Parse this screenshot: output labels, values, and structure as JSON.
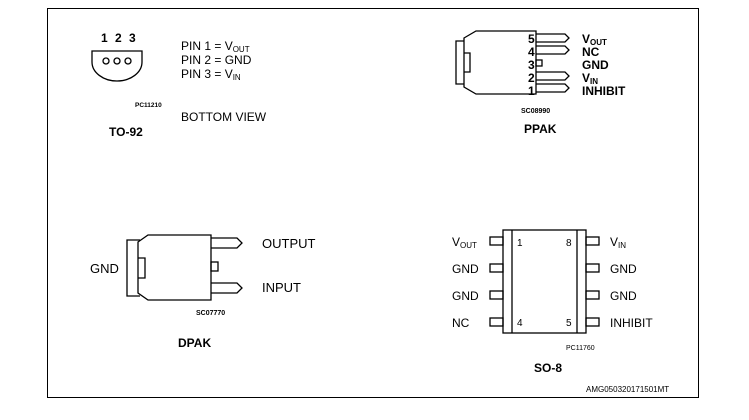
{
  "to92": {
    "pin_numbers": [
      "1",
      "2",
      "3"
    ],
    "pins": [
      {
        "prefix": "PIN 1 = V",
        "sub": "OUT"
      },
      {
        "prefix": "PIN 2 = GND",
        "sub": ""
      },
      {
        "prefix": "PIN 3 = V",
        "sub": "IN"
      }
    ],
    "code": "PC11210",
    "view": "BOTTOM VIEW",
    "name": "TO-92"
  },
  "ppak": {
    "pins": [
      {
        "number": "5",
        "label": "V",
        "sub": "OUT"
      },
      {
        "number": "4",
        "label": "NC",
        "sub": ""
      },
      {
        "number": "3",
        "label": "GND",
        "sub": ""
      },
      {
        "number": "2",
        "label": "V",
        "sub": "IN"
      },
      {
        "number": "1",
        "label": "INHIBIT",
        "sub": ""
      }
    ],
    "code": "SC08990",
    "name": "PPAK"
  },
  "dpak": {
    "gnd_label": "GND",
    "output_label": "OUTPUT",
    "input_label": "INPUT",
    "code": "SC07770",
    "name": "DPAK"
  },
  "so8": {
    "left_pins": [
      {
        "label": "V",
        "sub": "OUT"
      },
      {
        "label": "GND",
        "sub": ""
      },
      {
        "label": "GND",
        "sub": ""
      },
      {
        "label": "NC",
        "sub": ""
      }
    ],
    "right_pins": [
      {
        "label": "V",
        "sub": "IN"
      },
      {
        "label": "GND",
        "sub": ""
      },
      {
        "label": "GND",
        "sub": ""
      },
      {
        "label": "INHIBIT",
        "sub": ""
      }
    ],
    "pin1": "1",
    "pin4": "4",
    "pin5": "5",
    "pin8": "8",
    "code": "PC11760",
    "name": "SO-8"
  },
  "figure_code": "AMG050320171501MT"
}
